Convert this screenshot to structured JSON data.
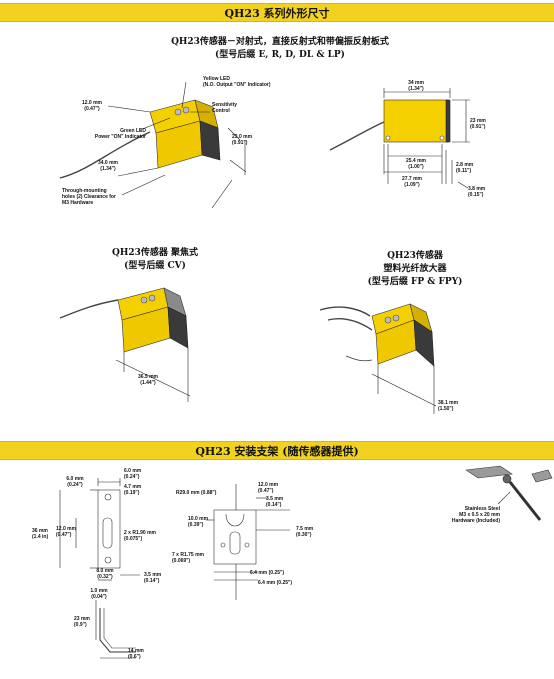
{
  "section1": {
    "title": "QH23 系列外形尺寸",
    "heading_main": [
      "QH23传感器－对射式，直接反射式和带偏振反射板式",
      "(型号后缀 E, R, D, DL & LP)"
    ],
    "callouts": {
      "yellow_led": [
        "Yellow LED",
        "(N.O. Output \"ON\" Indicator)"
      ],
      "green_led": [
        "Green LED",
        "Power \"ON\" Indicator"
      ],
      "sensitivity": [
        "Sensitivity",
        "Control"
      ],
      "through_holes": [
        "Through-mounting",
        "holes (2) Clearance for",
        "M3 Hardware"
      ]
    },
    "dims_left": {
      "d12": [
        "12.0 mm",
        "(0.47\")"
      ],
      "d34": [
        "34.0 mm",
        "(1.34\")"
      ],
      "d23": [
        "23.0 mm",
        "(0.91\")"
      ]
    },
    "dims_right": {
      "d34": [
        "34 mm",
        "(1.34\")"
      ],
      "d23": [
        "23 mm",
        "(0.91\")"
      ],
      "d25": [
        "25.4 mm",
        "(1.00\")"
      ],
      "d277": [
        "27.7 mm",
        "(1.09\")"
      ],
      "d28": [
        "2.8 mm",
        "(0.11\")"
      ],
      "d38": [
        "3.8 mm",
        "(0.15\")"
      ]
    },
    "heading_cv": [
      "QH23传感器 聚焦式",
      "(型号后缀 CV)"
    ],
    "dim_cv": [
      "36.5 mm",
      "(1.44\")"
    ],
    "heading_fp": [
      "QH23传感器",
      "塑料光纤放大器",
      "(型号后缀 FP & FPY)"
    ],
    "dim_fp": [
      "38.1 mm",
      "(1.50\")"
    ]
  },
  "section2": {
    "title": "QH23 安装支架 (随传感器提供)",
    "b1": {
      "d6": [
        "6.0 mm",
        "(0.24\")"
      ],
      "d6b": [
        "6.0 mm",
        "(0.24\")"
      ],
      "d47": [
        "4.7 mm",
        "(0.19\")"
      ],
      "d36": [
        "36 mm",
        "(1.4 in)"
      ],
      "d12": [
        "12.0 mm",
        "(0.47\")"
      ],
      "d2x": [
        "2 x R1.90 mm",
        "(0.075\")"
      ],
      "d8": [
        "8.0 mm",
        "(0.32\")"
      ],
      "d35": [
        "3.5 mm",
        "(0.14\")"
      ],
      "d1": [
        "1.0 mm",
        "(0.04\")"
      ],
      "d23": [
        "23 mm",
        "(0.9\")"
      ],
      "d14": [
        "14 mm",
        "(0.6\")"
      ]
    },
    "b2": {
      "r29": [
        "R29.0 mm (0.88\")"
      ],
      "d12": [
        "12.0 mm",
        "(0.47\")"
      ],
      "d35": [
        "3.5 mm",
        "(0.14\")"
      ],
      "d10": [
        "10.0 mm",
        "(0.39\")"
      ],
      "d75": [
        "7.5 mm",
        "(0.30\")"
      ],
      "d7x": [
        "7 x R1.75 mm",
        "(0.069\")"
      ],
      "d64a": [
        "6.4 mm (0.25\")"
      ],
      "d64b": [
        "6.4 mm (0.25\")"
      ]
    },
    "hardware": [
      "Stainless Steel",
      "M3 x 0.5 x 20 mm",
      "Hardware (Included)"
    ]
  },
  "colors": {
    "banner": "#f2d21e",
    "sensor_yellow": "#f5d000",
    "sensor_dark": "#3a3a3a"
  }
}
